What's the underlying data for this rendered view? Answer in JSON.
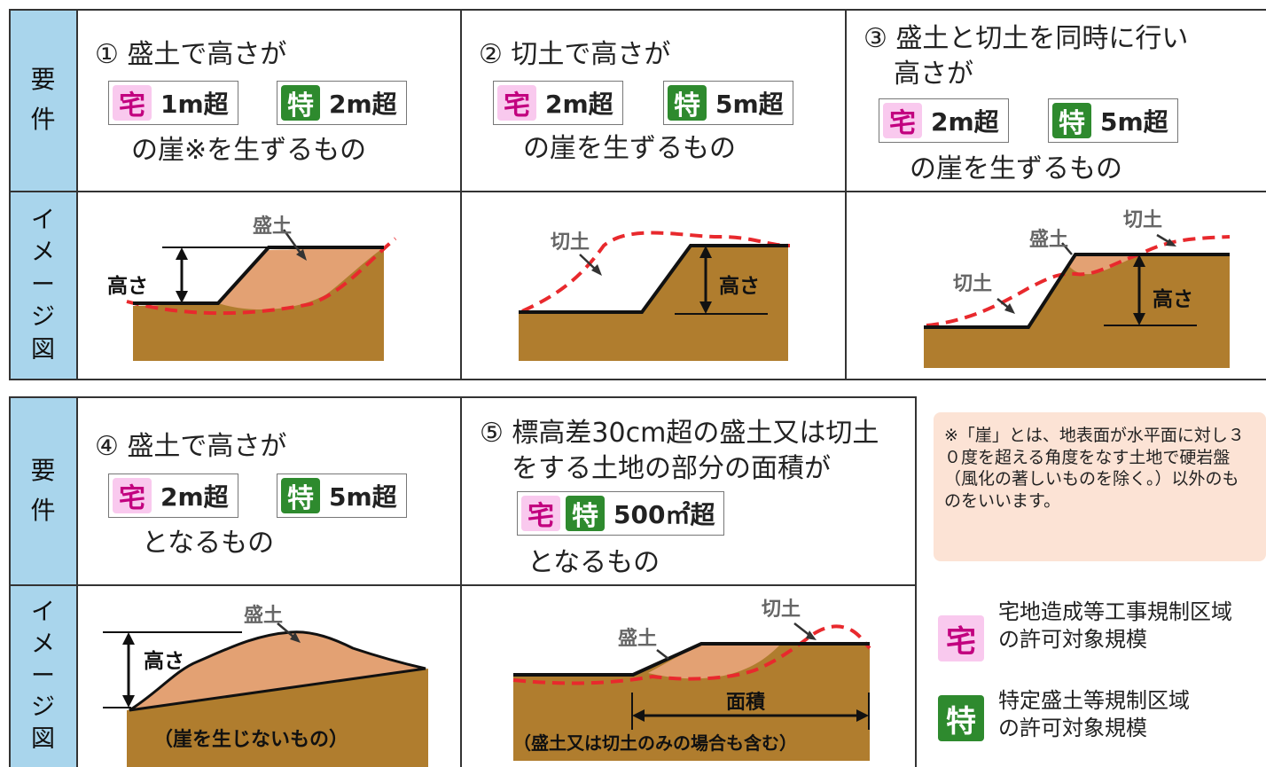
{
  "side_labels": {
    "yoken": [
      "要",
      "件"
    ],
    "image": [
      "イ",
      "メ",
      "ー",
      "ジ",
      "図"
    ]
  },
  "badges": {
    "taku": "宅",
    "toku": "特"
  },
  "top": {
    "c1": {
      "title": "① 盛土で高さが",
      "taku_value": "1m超",
      "toku_value": "2m超",
      "tail": "の崖※を生ずるもの"
    },
    "c2": {
      "title": "② 切土で高さが",
      "taku_value": "2m超",
      "toku_value": "5m超",
      "tail": "の崖を生ずるもの"
    },
    "c3": {
      "title_line1": "③ 盛土と切土を同時に行い",
      "title_line2": "高さが",
      "taku_value": "2m超",
      "toku_value": "5m超",
      "tail": "の崖を生ずるもの"
    }
  },
  "bottom": {
    "c4": {
      "title": "④ 盛土で高さが",
      "taku_value": "2m超",
      "toku_value": "5m超",
      "tail": "となるもの"
    },
    "c5": {
      "title_line1": "⑤ 標高差30cm超の盛土又は切土",
      "title_line2": "をする土地の部分の面積が",
      "value": "500㎡超",
      "tail": "となるもの"
    }
  },
  "diagram_labels": {
    "morido": "盛土",
    "kirido": "切土",
    "takasa": "高さ",
    "menseki": "面積",
    "no_cliff": "（崖を生じないもの）",
    "includes": "（盛土又は切土のみの場合も含む）"
  },
  "note": "※「崖」とは、地表面が水平面に対し３０度を超える角度をなす土地で硬岩盤（風化の著しいものを除く。）以外のものをいいます。",
  "legend": {
    "taku_line1": "宅地造成等工事規制区域",
    "taku_line2": "の許可対象規模",
    "toku_line1": "特定盛土等規制区域",
    "toku_line2": "の許可対象規模"
  },
  "colors": {
    "side_bg": "#a9d5ec",
    "soil": "#b07d2e",
    "fill": "#e3a173",
    "dashed": "#e8292d",
    "taku_bg": "#f9c9ee",
    "taku_fg": "#c2007f",
    "toku_bg": "#2e8a2e",
    "note_bg": "#fce3d5"
  }
}
